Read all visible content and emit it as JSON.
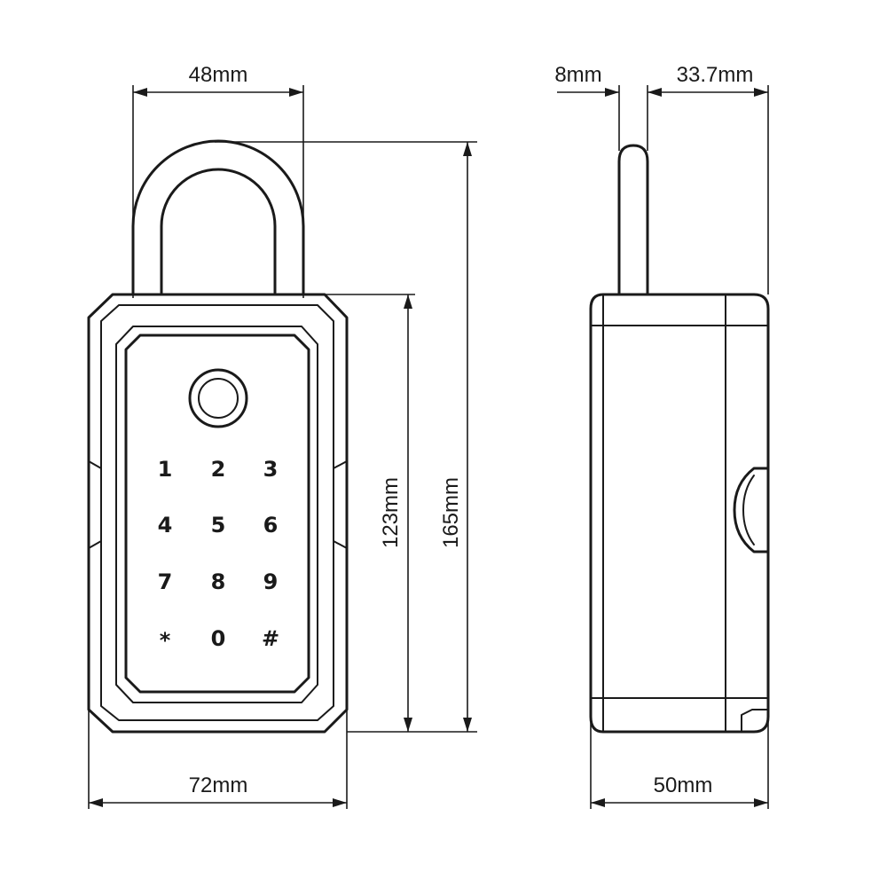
{
  "dimensions": {
    "shackle_width": "48mm",
    "shackle_diameter": "8mm",
    "shackle_offset": "33.7mm",
    "body_height": "123mm",
    "total_height": "165mm",
    "body_width": "72mm",
    "body_depth": "50mm"
  },
  "keypad": {
    "keys": [
      "1",
      "2",
      "3",
      "4",
      "5",
      "6",
      "7",
      "8",
      "9",
      "*",
      "0",
      "#"
    ]
  }
}
